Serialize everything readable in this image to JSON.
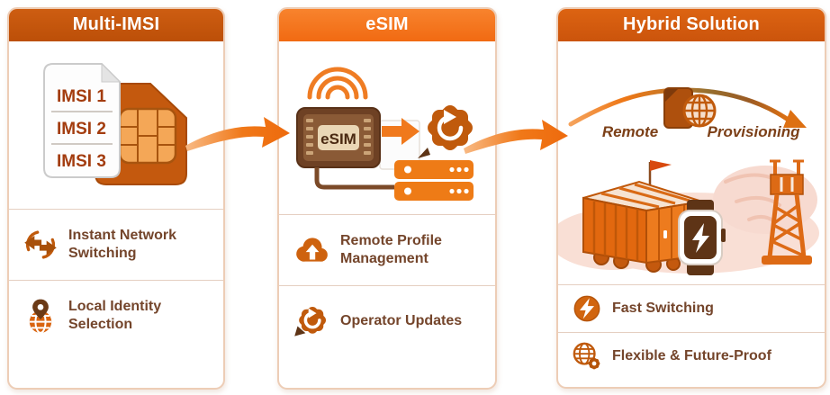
{
  "colors": {
    "header_multi_imsi": "#BC4F08",
    "header_esim": "#F16A12",
    "header_hybrid": "#CB540C",
    "panel_border": "#EDCDB6",
    "accent_orange": "#E8721A",
    "dark_orange": "#B5540A",
    "feature_text": "#74452B",
    "background": "#FFFFFF"
  },
  "panels": [
    {
      "id": "multi-imsi",
      "title": "Multi-IMSI",
      "sim_card_labels": [
        "IMSI 1",
        "IMSI 2",
        "IMSI 3"
      ],
      "features": [
        {
          "icon": "network-switching-icon",
          "label": "Instant Network Switching"
        },
        {
          "icon": "location-globe-icon",
          "label": "Local Identity Selection"
        }
      ]
    },
    {
      "id": "esim",
      "title": "eSIM",
      "chip_label": "eSIM",
      "features": [
        {
          "icon": "cloud-upload-icon",
          "label": "Remote Profile Management"
        },
        {
          "icon": "gear-refresh-icon",
          "label": "Operator Updates"
        }
      ]
    },
    {
      "id": "hybrid-solution",
      "title": "Hybrid Solution",
      "arc_label_left": "Remote",
      "arc_label_right": "Provisioning",
      "features": [
        {
          "icon": "lightning-bolt-icon",
          "label": "Fast Switching"
        },
        {
          "icon": "globe-gear-icon",
          "label": "Flexible & Future-Proof"
        }
      ]
    }
  ]
}
